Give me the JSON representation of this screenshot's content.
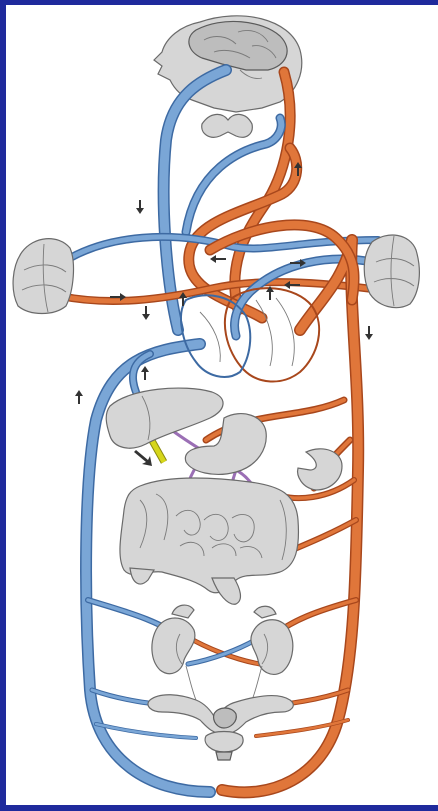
{
  "colors": {
    "frame": "#1f2a9c",
    "artery": "#e0763a",
    "artery_edge": "#a8471c",
    "vein": "#7aa6d6",
    "vein_edge": "#3d6aa3",
    "organ_fill": "#d6d6d6",
    "bile_duct": "#d6d61a",
    "portal": "#9b6fb5"
  },
  "diagram": {
    "organs": [
      "brain",
      "head-profile",
      "thyroid",
      "lung-left",
      "lung-right",
      "heart",
      "liver",
      "stomach",
      "spleen",
      "intestines",
      "kidney-left",
      "kidney-right",
      "adrenal-left",
      "adrenal-right",
      "uterus",
      "bladder"
    ],
    "vessels": [
      "aorta",
      "superior-vena-cava",
      "inferior-vena-cava",
      "pulmonary-artery",
      "pulmonary-vein",
      "carotid-artery",
      "jugular-vein",
      "hepatic-portal-vein",
      "renal-artery",
      "renal-vein",
      "bile-duct"
    ],
    "flow_arrows": 12
  }
}
